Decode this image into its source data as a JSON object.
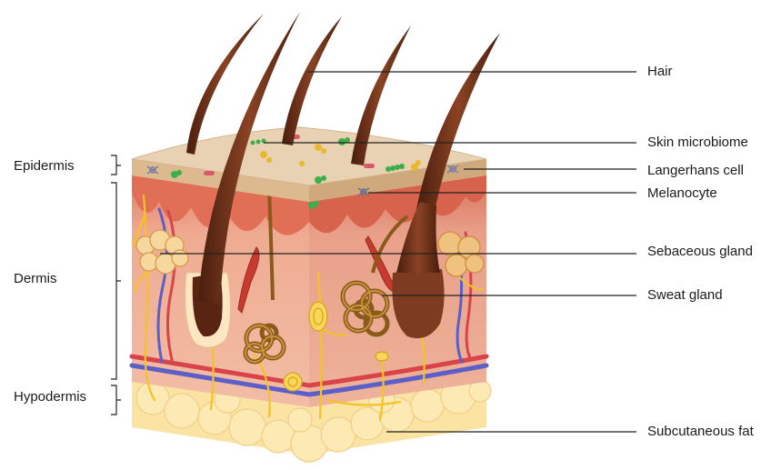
{
  "labels": {
    "hair": "Hair",
    "skin_microbiome": "Skin microbiome",
    "langerhans_cell": "Langerhans cell",
    "melanocyte": "Melanocyte",
    "sebaceous_gland": "Sebaceous gland",
    "sweat_gland": "Sweat gland",
    "subcutaneous_fat": "Subcutaneous fat",
    "epidermis": "Epidermis",
    "dermis": "Dermis",
    "hypodermis": "Hypodermis"
  },
  "colors": {
    "epidermis_surface": "#e9d2b4",
    "dermis_upper": "#e4876a",
    "dermis_body": "#efb39a",
    "fat": "#fbe3a4",
    "hair": "#6b2f18",
    "nerve": "#f4c323",
    "artery": "#d9434a",
    "vein": "#5b5fc7",
    "leader_line": "#222222"
  }
}
